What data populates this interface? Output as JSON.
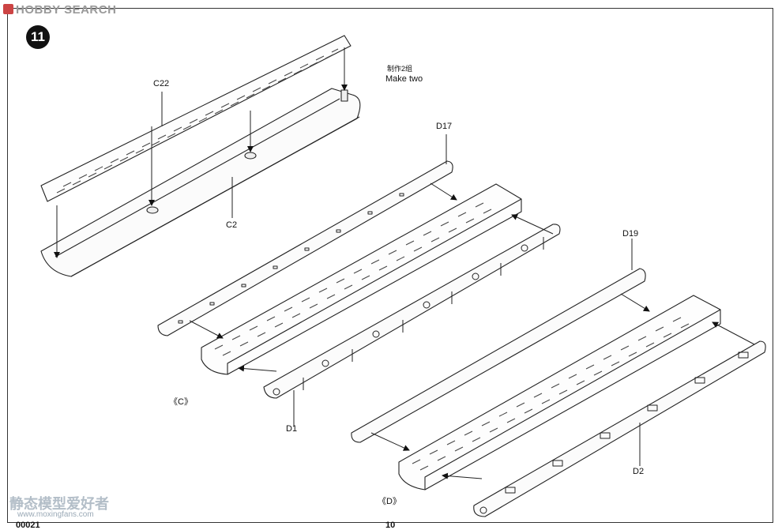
{
  "header": {
    "watermark": "HOBBY SEARCH"
  },
  "step": {
    "number": "11"
  },
  "note": {
    "cn": "制作2组",
    "en": "Make two"
  },
  "labels": {
    "c22": "C22",
    "c2": "C2",
    "d17": "D17",
    "d1": "D1",
    "d19": "D19",
    "d2": "D2",
    "group_c": "《C》",
    "group_d": "《D》"
  },
  "footer": {
    "watermark_cn": "静态模型爱好者",
    "watermark_url": "www.moxingfans.com",
    "code": "00021",
    "page": "10"
  }
}
